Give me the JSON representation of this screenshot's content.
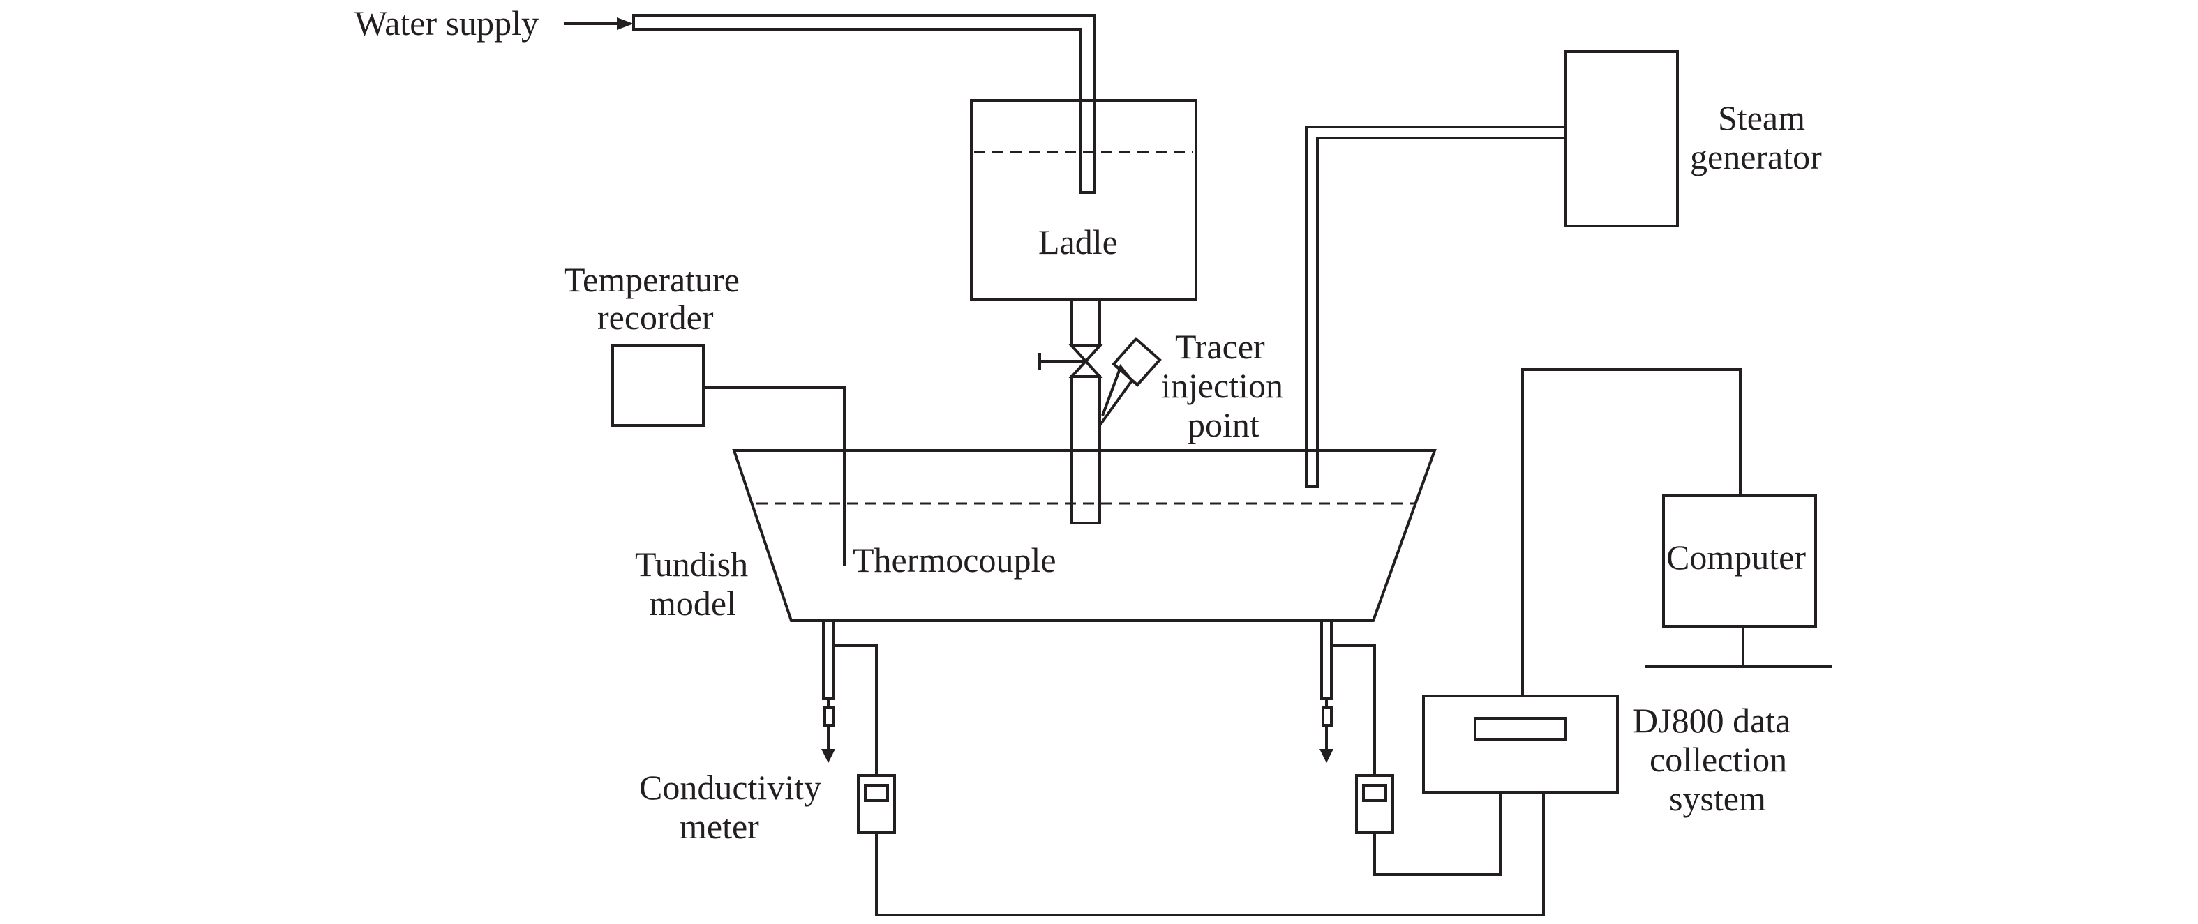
{
  "labels": {
    "water_supply": "Water supply",
    "ladle": "Ladle",
    "steam_generator": [
      "Steam",
      "generator"
    ],
    "temperature_recorder": [
      "Temperature",
      "recorder"
    ],
    "tracer_injection_point": [
      "Tracer",
      "injection",
      "point"
    ],
    "tundish_model": [
      "Tundish",
      "model"
    ],
    "thermocouple": "Thermocouple",
    "computer": "Computer",
    "dj800_system": [
      "DJ800 data",
      "collection",
      "system"
    ],
    "conductivity_meter": [
      "Conductivity",
      "meter"
    ]
  }
}
